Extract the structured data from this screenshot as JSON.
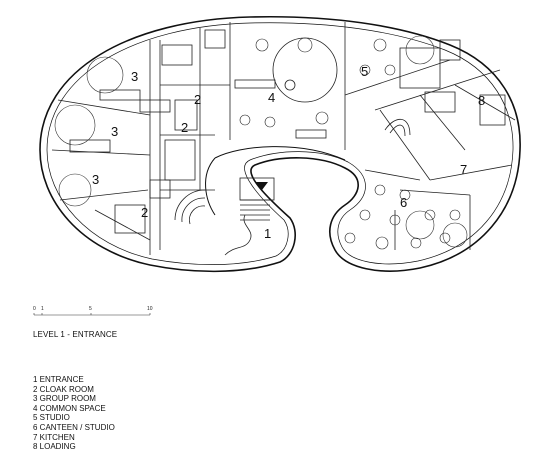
{
  "plan": {
    "room_numbers": [
      {
        "id": "group-room-a",
        "text": "3"
      },
      {
        "id": "group-room-b",
        "text": "3"
      },
      {
        "id": "group-room-c",
        "text": "3"
      },
      {
        "id": "cloak-room-a",
        "text": "2"
      },
      {
        "id": "cloak-room-b",
        "text": "2"
      },
      {
        "id": "cloak-room-c",
        "text": "2"
      },
      {
        "id": "common-space",
        "text": "4"
      },
      {
        "id": "studio",
        "text": "5"
      },
      {
        "id": "loading",
        "text": "8"
      },
      {
        "id": "kitchen",
        "text": "7"
      },
      {
        "id": "canteen",
        "text": "6"
      },
      {
        "id": "entrance",
        "text": "1"
      }
    ]
  },
  "scale_bar": {
    "labels": [
      "0",
      "1",
      "5",
      "10"
    ]
  },
  "title": "LEVEL 1 - ENTRANCE",
  "legend": [
    "1 ENTRANCE",
    "2 CLOAK ROOM",
    "3 GROUP ROOM",
    "4 COMMON SPACE",
    "5 STUDIO",
    "6 CANTEEN / STUDIO",
    "7 KITCHEN",
    "8 LOADING"
  ]
}
